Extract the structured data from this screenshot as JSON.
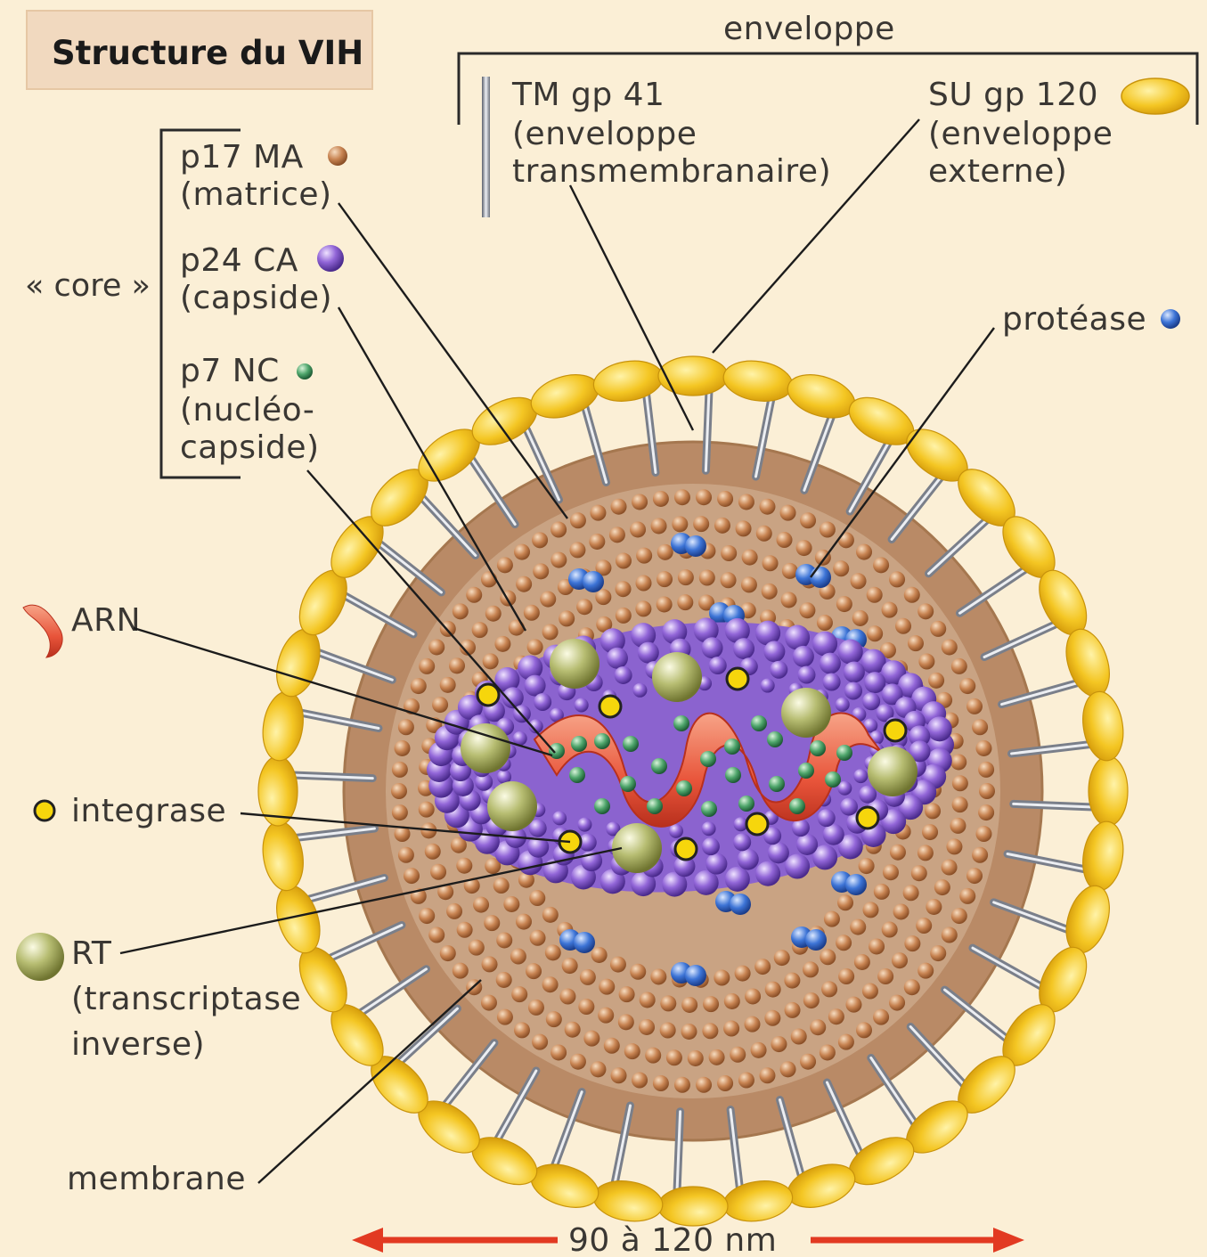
{
  "title": "Structure du VIH",
  "labels": {
    "enveloppe": "enveloppe",
    "tm_name": "TM gp 41",
    "tm_desc_1": "(enveloppe",
    "tm_desc_2": "transmembranaire)",
    "su_name": "SU gp 120",
    "su_desc_1": "(enveloppe",
    "su_desc_2": "externe)",
    "core": "« core »",
    "p17_name": "p17 MA",
    "p17_desc": "(matrice)",
    "p24_name": "p24 CA",
    "p24_desc": "(capside)",
    "p7_name": "p7 NC",
    "p7_desc_1": "(nucléo-",
    "p7_desc_2": "capside)",
    "protease": "protéase",
    "arn": "ARN",
    "integrase": "integrase",
    "rt_name": "RT",
    "rt_desc_1": "(transcriptase",
    "rt_desc_2": "inverse)",
    "membrane": "membrane",
    "size": "90 à 120 nm"
  },
  "colors": {
    "background": "#fbefd6",
    "envelope_yellow": "#f3c21b",
    "matrix_brown": "#b07a4f",
    "capsid_purple": "#7b4fc4",
    "rna_red": "#e8543a",
    "nucleocapsid_green": "#3f9a5e",
    "protease_blue": "#3a6fd0",
    "rt_olive": "#a9b45a",
    "integrase_yellow": "#f6d60c",
    "arrow_red": "#e23a22"
  }
}
